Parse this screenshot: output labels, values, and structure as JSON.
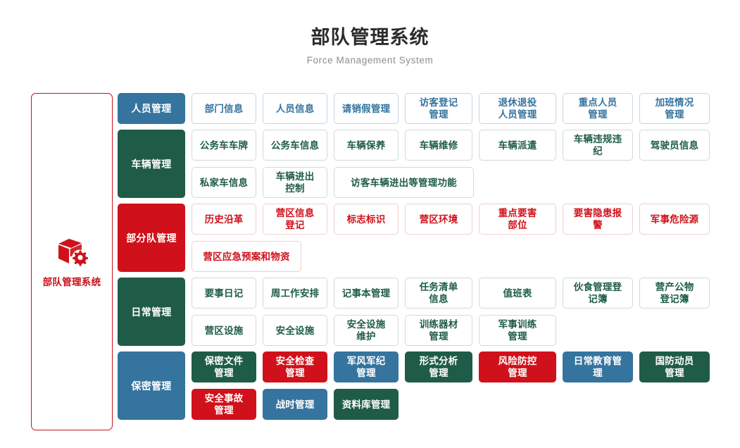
{
  "header": {
    "title": "部队管理系统",
    "subtitle": "Force Management System"
  },
  "root": {
    "label": "部队管理系统",
    "icon": "package-gear-icon",
    "border_color": "#c8101b",
    "text_color": "#c8101b"
  },
  "palette": {
    "blue": "#35749e",
    "green": "#1f5c47",
    "red": "#d0111b",
    "blue_border": "#c5d5e2",
    "green_border": "#cfdcd7",
    "red_border": "#f0ced1",
    "title_color": "#2b2b2b",
    "subtitle_color": "#8c8c8c"
  },
  "groups": [
    {
      "category": "人员管理",
      "category_color": "blue",
      "rows": 1,
      "items": [
        {
          "label": "部门信息",
          "style": "outline-blue",
          "width": 92
        },
        {
          "label": "人员信息",
          "style": "outline-blue",
          "width": 92
        },
        {
          "label": "请销假管理",
          "style": "outline-blue",
          "width": 92
        },
        {
          "label": "访客登记\n管理",
          "style": "outline-blue",
          "width": 96
        },
        {
          "label": "退休退役\n人员管理",
          "style": "outline-blue",
          "width": 110
        },
        {
          "label": "重点人员\n管理",
          "style": "outline-blue",
          "width": 100
        },
        {
          "label": "加班情况\n管理",
          "style": "outline-blue",
          "width": 100
        }
      ]
    },
    {
      "category": "车辆管理",
      "category_color": "green",
      "rows": 2,
      "items": [
        {
          "label": "公务车车牌",
          "style": "outline-green",
          "width": 92
        },
        {
          "label": "公务车信息",
          "style": "outline-green",
          "width": 92
        },
        {
          "label": "车辆保养",
          "style": "outline-green",
          "width": 92
        },
        {
          "label": "车辆维修",
          "style": "outline-green",
          "width": 96
        },
        {
          "label": "车辆派遣",
          "style": "outline-green",
          "width": 110
        },
        {
          "label": "车辆违规违纪",
          "style": "outline-green",
          "width": 100
        },
        {
          "label": "驾驶员信息",
          "style": "outline-green",
          "width": 100
        },
        {
          "label": "私家车信息",
          "style": "outline-green",
          "width": 92
        },
        {
          "label": "车辆进出\n控制",
          "style": "outline-green",
          "width": 92
        },
        {
          "label": "访客车辆进出等管理功能",
          "style": "outline-green",
          "width": 199
        }
      ]
    },
    {
      "category": "部分队管理",
      "category_color": "red",
      "rows": 2,
      "items": [
        {
          "label": "历史沿革",
          "style": "outline-red",
          "width": 92
        },
        {
          "label": "营区信息\n登记",
          "style": "outline-red",
          "width": 92
        },
        {
          "label": "标志标识",
          "style": "outline-red",
          "width": 92
        },
        {
          "label": "营区环境",
          "style": "outline-red",
          "width": 96
        },
        {
          "label": "重点要害\n部位",
          "style": "outline-red",
          "width": 110
        },
        {
          "label": "要害隐患报警",
          "style": "outline-red",
          "width": 100
        },
        {
          "label": "军事危险源",
          "style": "outline-red",
          "width": 100
        },
        {
          "label": "营区应急预案和物资",
          "style": "outline-red",
          "width": 156
        }
      ]
    },
    {
      "category": "日常管理",
      "category_color": "green",
      "rows": 2,
      "items": [
        {
          "label": "要事日记",
          "style": "outline-green",
          "width": 92
        },
        {
          "label": "周工作安排",
          "style": "outline-green",
          "width": 92
        },
        {
          "label": "记事本管理",
          "style": "outline-green",
          "width": 92
        },
        {
          "label": "任务清单\n信息",
          "style": "outline-green",
          "width": 96
        },
        {
          "label": "值班表",
          "style": "outline-green",
          "width": 110
        },
        {
          "label": "伙食管理登记簿",
          "style": "outline-green",
          "width": 100
        },
        {
          "label": "营产公物\n登记簿",
          "style": "outline-green",
          "width": 100
        },
        {
          "label": "营区设施",
          "style": "outline-green",
          "width": 92
        },
        {
          "label": "安全设施",
          "style": "outline-green",
          "width": 92
        },
        {
          "label": "安全设施\n维护",
          "style": "outline-green",
          "width": 92
        },
        {
          "label": "训练器材\n管理",
          "style": "outline-green",
          "width": 96
        },
        {
          "label": "军事训练\n管理",
          "style": "outline-green",
          "width": 110
        }
      ]
    },
    {
      "category": "保密管理",
      "category_color": "blue",
      "rows": 2,
      "items": [
        {
          "label": "保密文件\n管理",
          "style": "solid-green",
          "width": 92
        },
        {
          "label": "安全检查\n管理",
          "style": "solid-red",
          "width": 92
        },
        {
          "label": "军风军纪\n管理",
          "style": "solid-blue",
          "width": 92
        },
        {
          "label": "形式分析\n管理",
          "style": "solid-green",
          "width": 96
        },
        {
          "label": "风险防控\n管理",
          "style": "solid-red",
          "width": 110
        },
        {
          "label": "日常教育管理",
          "style": "solid-blue",
          "width": 100
        },
        {
          "label": "国防动员\n管理",
          "style": "solid-green",
          "width": 100
        },
        {
          "label": "安全事故\n管理",
          "style": "solid-red",
          "width": 92
        },
        {
          "label": "战时管理",
          "style": "solid-blue",
          "width": 92
        },
        {
          "label": "资料库管理",
          "style": "solid-green",
          "width": 92
        }
      ]
    }
  ]
}
